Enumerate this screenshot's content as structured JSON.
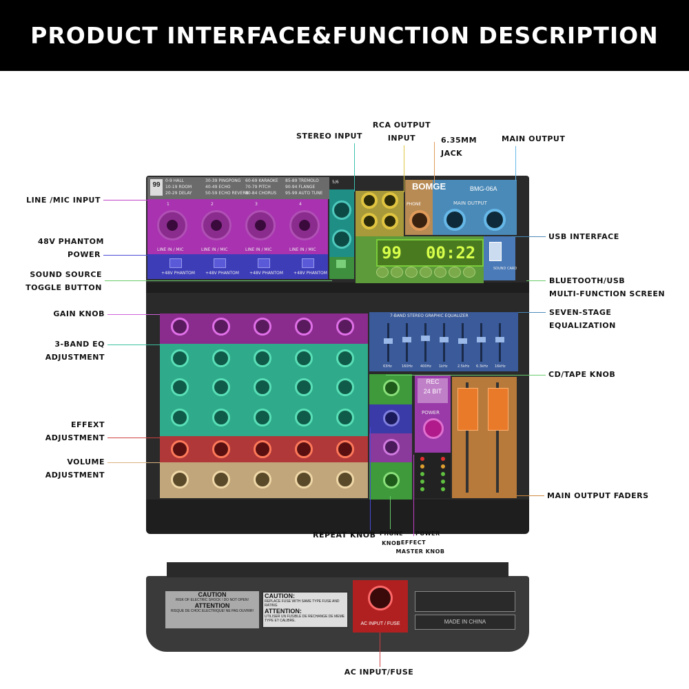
{
  "title": "PRODUCT INTERFACE&FUNCTION DESCRIPTION",
  "labels": {
    "line_mic_input": "LINE /MIC INPUT",
    "phantom_1": "48V PHANTOM",
    "phantom_2": "POWER",
    "sound_source_1": "SOUND SOURCE",
    "sound_source_2": "TOGGLE BUTTON",
    "gain_knob": "GAIN KNOB",
    "eq_1": "3-BAND EQ",
    "eq_2": "ADJUSTMENT",
    "effect_1": "EFFEXT",
    "effect_2": "ADJUSTMENT",
    "volume_1": "VOLUME",
    "volume_2": "ADJUSTMENT",
    "stereo_input": "STEREO INPUT",
    "rca_1": "RCA OUTPUT",
    "rca_2": "INPUT",
    "jack_1": "6.35MM",
    "jack_2": "JACK",
    "main_output": "MAIN OUTPUT",
    "usb_interface": "USB INTERFACE",
    "bt_1": "BLUETOOTH/USB",
    "bt_2": "MULTI-FUNCTION SCREEN",
    "seven_1": "SEVEN-STAGE",
    "seven_2": "EQUALIZATION",
    "cd_tape": "CD/TAPE KNOB",
    "main_faders": "MAIN OUTPUT FADERS",
    "repeat_knob": "REPEAT KNOB",
    "phone_1": "PHONE",
    "phone_2": "KNOB",
    "power": "POWER",
    "effect_master_1": "EFFECT",
    "effect_master_2": "MASTER KNOB",
    "ac_input": "AC INPUT/FUSE"
  },
  "device": {
    "brand": "BOMGE",
    "model": "BMG-06A",
    "dsp": "99",
    "display_digits": "99",
    "display_time": "00:22",
    "rec_label": "REC",
    "bit_label": "24 BIT",
    "power_label": "POWER",
    "phone_label": "PHONE",
    "main_output_label": "MAIN OUTPUT",
    "eq_title": "7-BAND STEREO GRAPHIC EQUALIZER",
    "eq_freqs": [
      "63Hz",
      "160Hz",
      "400Hz",
      "1kHz",
      "2.5kHz",
      "6.3kHz",
      "16kHz"
    ],
    "channels": [
      "1",
      "2",
      "3",
      "4",
      "5/6"
    ],
    "line_mic_label": "LINE IN / MIC",
    "phantom_label": "+48V PHANTOM",
    "effects_list": [
      "0-9 HALL",
      "10-19 ROOM",
      "20-29 DELAY",
      "30-39 PINGPONG",
      "40-49 ECHO",
      "50-59 ECHO REVERB",
      "60-69 KARAOKE",
      "70-79 PITCH",
      "80-84 CHORUS",
      "85-89 TREMOLO",
      "90-94 FLANGE",
      "95-99 AUTO TUNE"
    ],
    "sound_card": "SOUND CARD",
    "caution_title": "CAUTION",
    "caution_text": "RISK OF ELECTRIC SHOCK ! DO NOT OPEN!",
    "attention_title": "ATTENTION",
    "attention_text": "RISQUE DE CHOC ELECTRIQUE! NE PAS OUVRIR!",
    "caution2_title": "CAUTION:",
    "caution2_text": "REPLACE FUSE WITH SAME TYPE FUSE AND RATING",
    "attention2_title": "ATTENTION:",
    "attention2_text": "UTILISER UN FUSIBLE DE RECHANGE DE MEME TYPE ET CALIBRE.",
    "ac_panel_label": "AC INPUT / FUSE",
    "made_in": "MADE IN CHINA"
  }
}
